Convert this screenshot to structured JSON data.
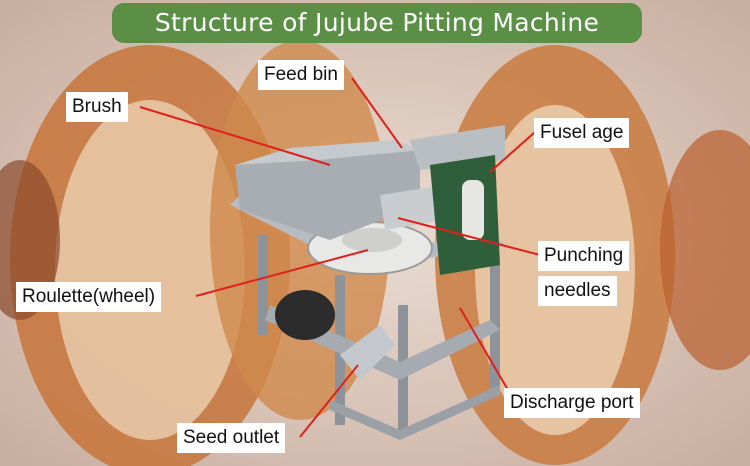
{
  "title": "Structure of Jujube Pitting Machine",
  "labels": {
    "feed_bin": "Feed bin",
    "brush": "Brush",
    "fusel_age": "Fusel age",
    "punching": "Punching",
    "needles": "needles",
    "roulette": "Roulette(wheel)",
    "discharge_port": "Discharge port",
    "seed_outlet": "Seed outlet"
  },
  "colors": {
    "banner": "#5b8f45",
    "leader_line": "#e0201c",
    "machine_body": "#9aa0a6",
    "fuselage_green": "#2f5e3a"
  }
}
